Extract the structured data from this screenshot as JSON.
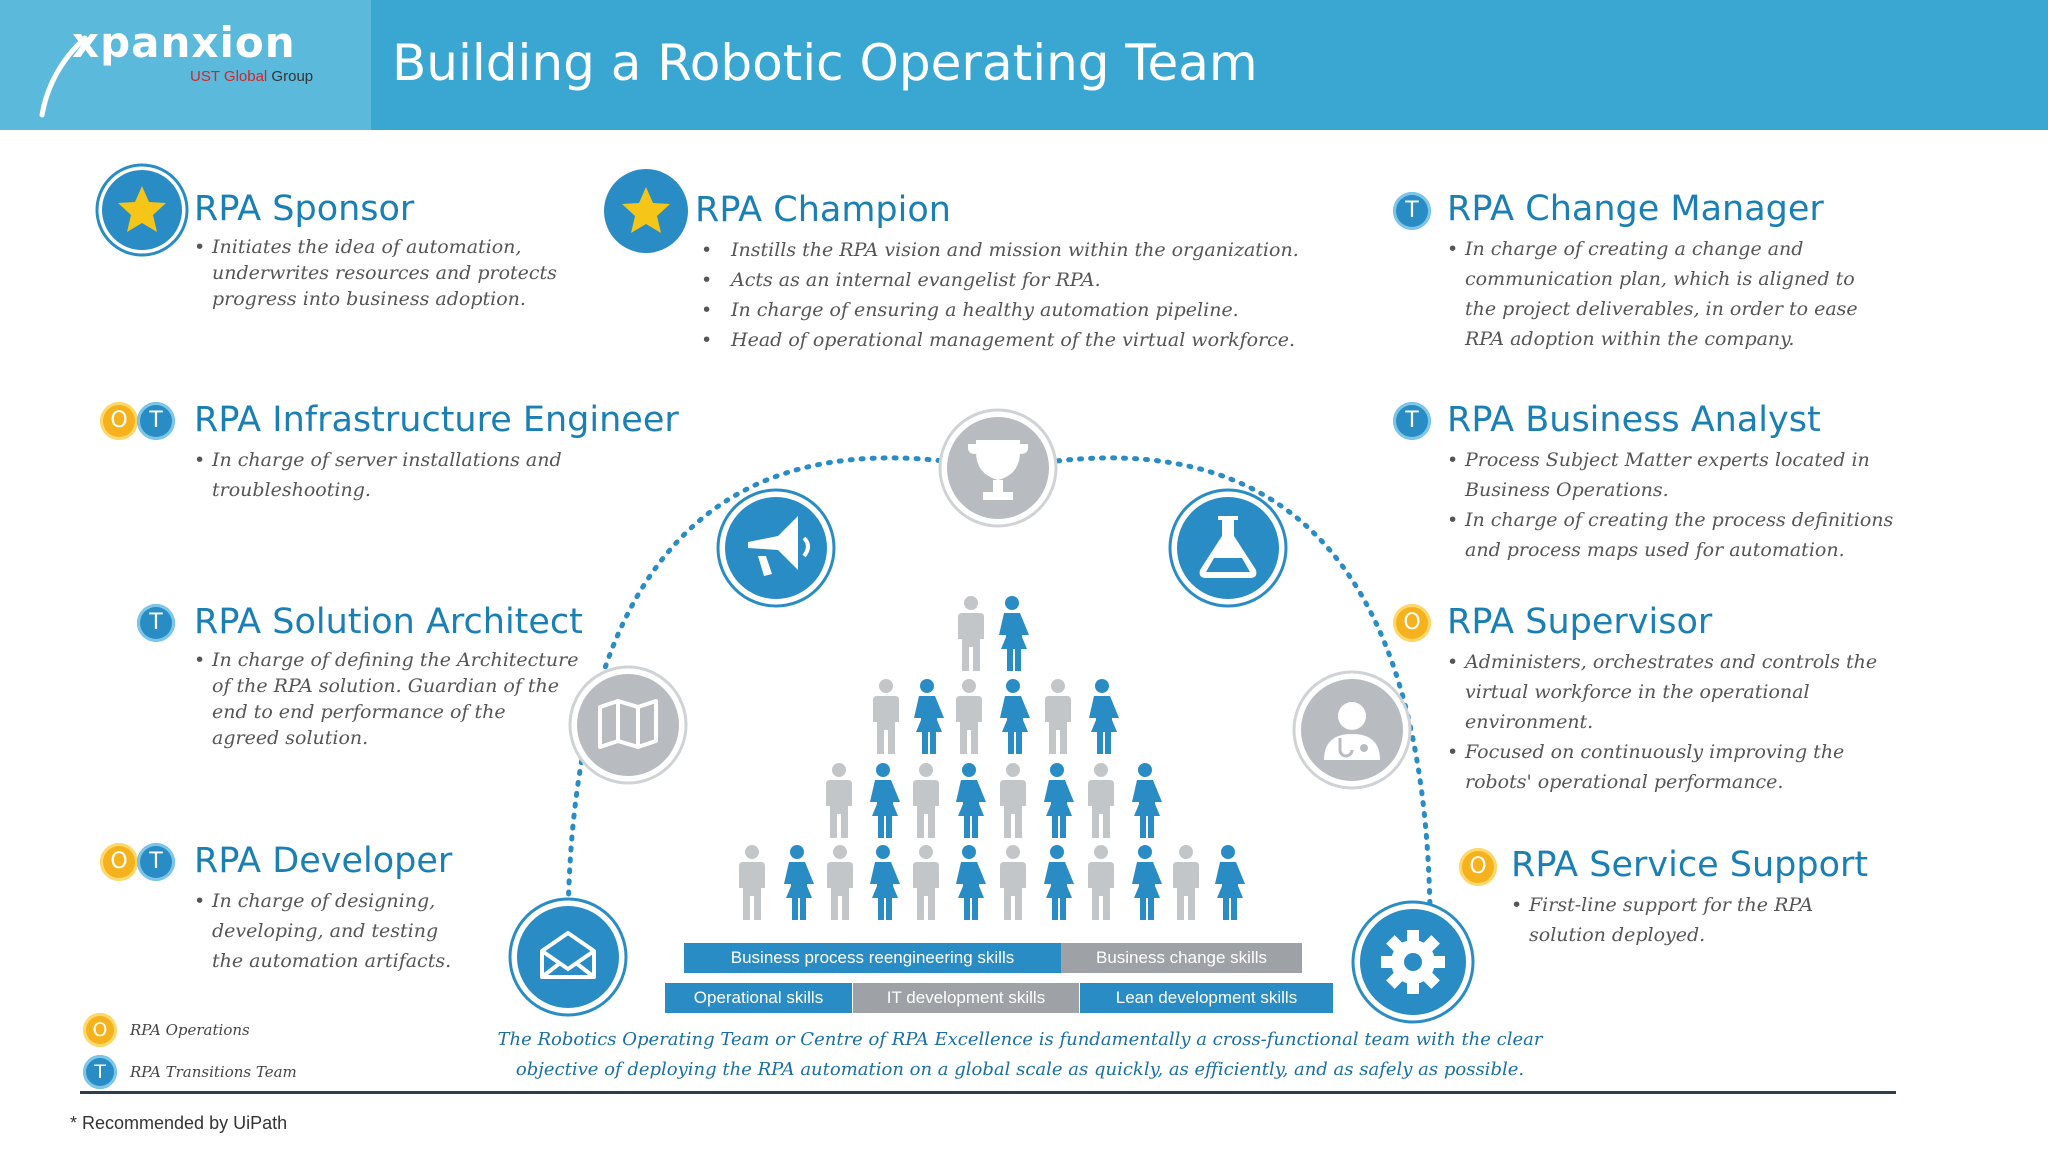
{
  "header": {
    "logo_name": "xpanxion",
    "logo_sub_red": "UST Global",
    "logo_sub_rest": " Group",
    "title": "Building a Robotic Operating Team"
  },
  "roles": {
    "sponsor": {
      "title": "RPA Sponsor",
      "bullets": [
        "Initiates the idea of automation,",
        "underwrites resources and protects",
        "progress into business adoption."
      ]
    },
    "champion": {
      "title": "RPA Champion",
      "bullets": [
        "Instills the RPA vision and mission within the organization.",
        "Acts as an internal evangelist for RPA.",
        "In charge of ensuring a healthy automation pipeline.",
        "Head of operational management of the virtual workforce."
      ]
    },
    "change_manager": {
      "title": "RPA Change Manager",
      "bullets": [
        "In charge of creating a change and",
        "communication plan, which is aligned to",
        "the project deliverables, in order to ease",
        "RPA adoption within the company."
      ]
    },
    "infra_engineer": {
      "title": "RPA Infrastructure Engineer",
      "bullets": [
        "In charge of server installations and",
        "troubleshooting."
      ]
    },
    "business_analyst": {
      "title": "RPA Business Analyst",
      "bullets": [
        "Process Subject Matter experts located in",
        "Business Operations.",
        "In charge of creating the process definitions",
        "and process maps used for automation."
      ]
    },
    "solution_architect": {
      "title": "RPA Solution Architect",
      "bullets": [
        "In charge of defining the Architecture",
        "of the RPA solution. Guardian of the",
        "end to end performance of the",
        "agreed solution."
      ]
    },
    "supervisor": {
      "title": "RPA Supervisor",
      "bullets": [
        "Administers, orchestrates and controls the",
        "virtual workforce in the operational",
        "environment.",
        "Focused on continuously improving the",
        "robots' operational performance."
      ]
    },
    "developer": {
      "title": "RPA Developer",
      "bullets": [
        "In charge of designing,",
        "developing, and testing",
        "the  automation artifacts."
      ]
    },
    "service_support": {
      "title": "RPA Service Support",
      "bullets": [
        "First-line support for the RPA",
        "solution deployed."
      ]
    }
  },
  "badge_letters": {
    "operations": "O",
    "transitions": "T"
  },
  "legend": {
    "operations": "RPA Operations",
    "transitions": "RPA Transitions Team"
  },
  "skills": {
    "row1": [
      "Business process reengineering skills",
      "Business change skills"
    ],
    "row2": [
      "Operational skills",
      "IT development skills",
      "Lean development skills"
    ]
  },
  "footer": {
    "line1": "The Robotics Operating Team or Centre of RPA Excellence is fundamentally a cross-functional team with the clear",
    "line2": "objective of deploying the RPA automation on a global scale as quickly, as efficiently, and as safely as possible.",
    "footnote": "* Recommended by UiPath"
  },
  "colors": {
    "header": "#3aa7d2",
    "accent": "#1a7fb5",
    "operations": "#f5b21c",
    "transitions": "#2a8cc4",
    "gray": "#b8bcc0"
  },
  "icons": [
    "star-icon",
    "trophy-icon",
    "megaphone-icon",
    "flask-icon",
    "map-icon",
    "doctor-icon",
    "envelope-icon",
    "gear-icon",
    "person-icon"
  ]
}
